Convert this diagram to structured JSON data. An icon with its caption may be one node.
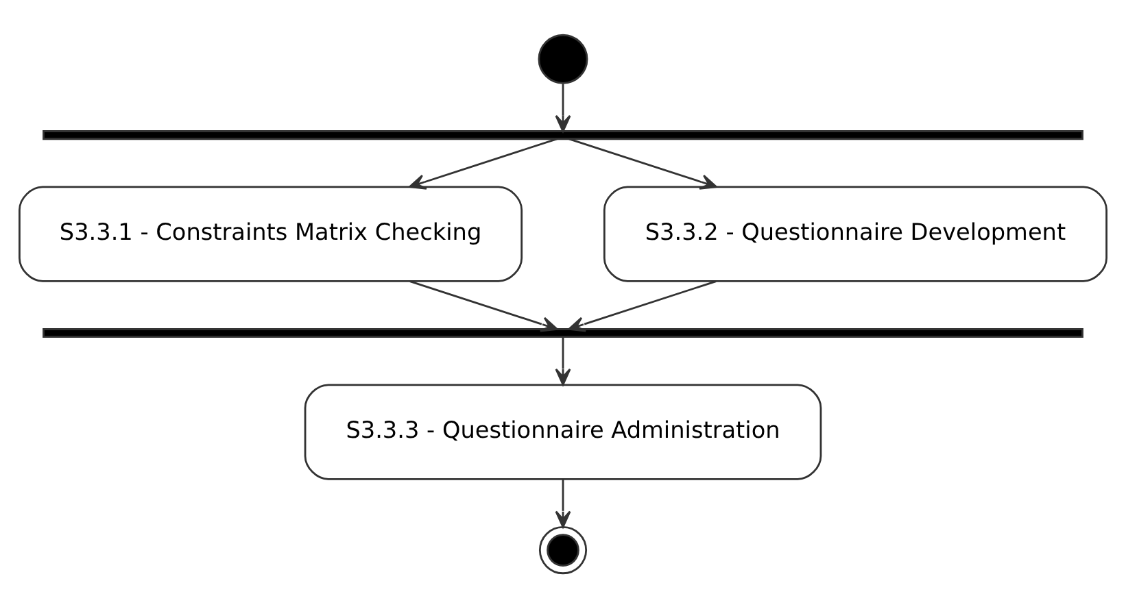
{
  "diagram": {
    "nodes": [
      {
        "text": [],
        "shape": "circle"
      },
      {
        "text": [],
        "shape": "bar"
      },
      {
        "text": [
          "S3.3.1 - Constraints Matrix Checking"
        ]
      },
      {
        "text": [
          "S3.3.2 - Questionnaire Development"
        ]
      },
      {
        "text": [],
        "shape": "bar"
      },
      {
        "text": [
          "S3.3.3 - Questionnaire Administration"
        ]
      },
      {
        "text": [],
        "shape": "bullseye"
      }
    ],
    "edges": [
      {
        "from": 0,
        "to": 1,
        "arrow": "to"
      },
      {
        "from": 1,
        "to": 2,
        "arrow": "to"
      },
      {
        "from": 1,
        "to": 3,
        "arrow": "to"
      },
      {
        "from": 2,
        "to": 4,
        "arrow": "to"
      },
      {
        "from": 3,
        "to": 4,
        "arrow": "to"
      },
      {
        "from": 4,
        "to": 5,
        "arrow": "to"
      },
      {
        "from": 5,
        "to": 6,
        "arrow": "to"
      }
    ]
  }
}
